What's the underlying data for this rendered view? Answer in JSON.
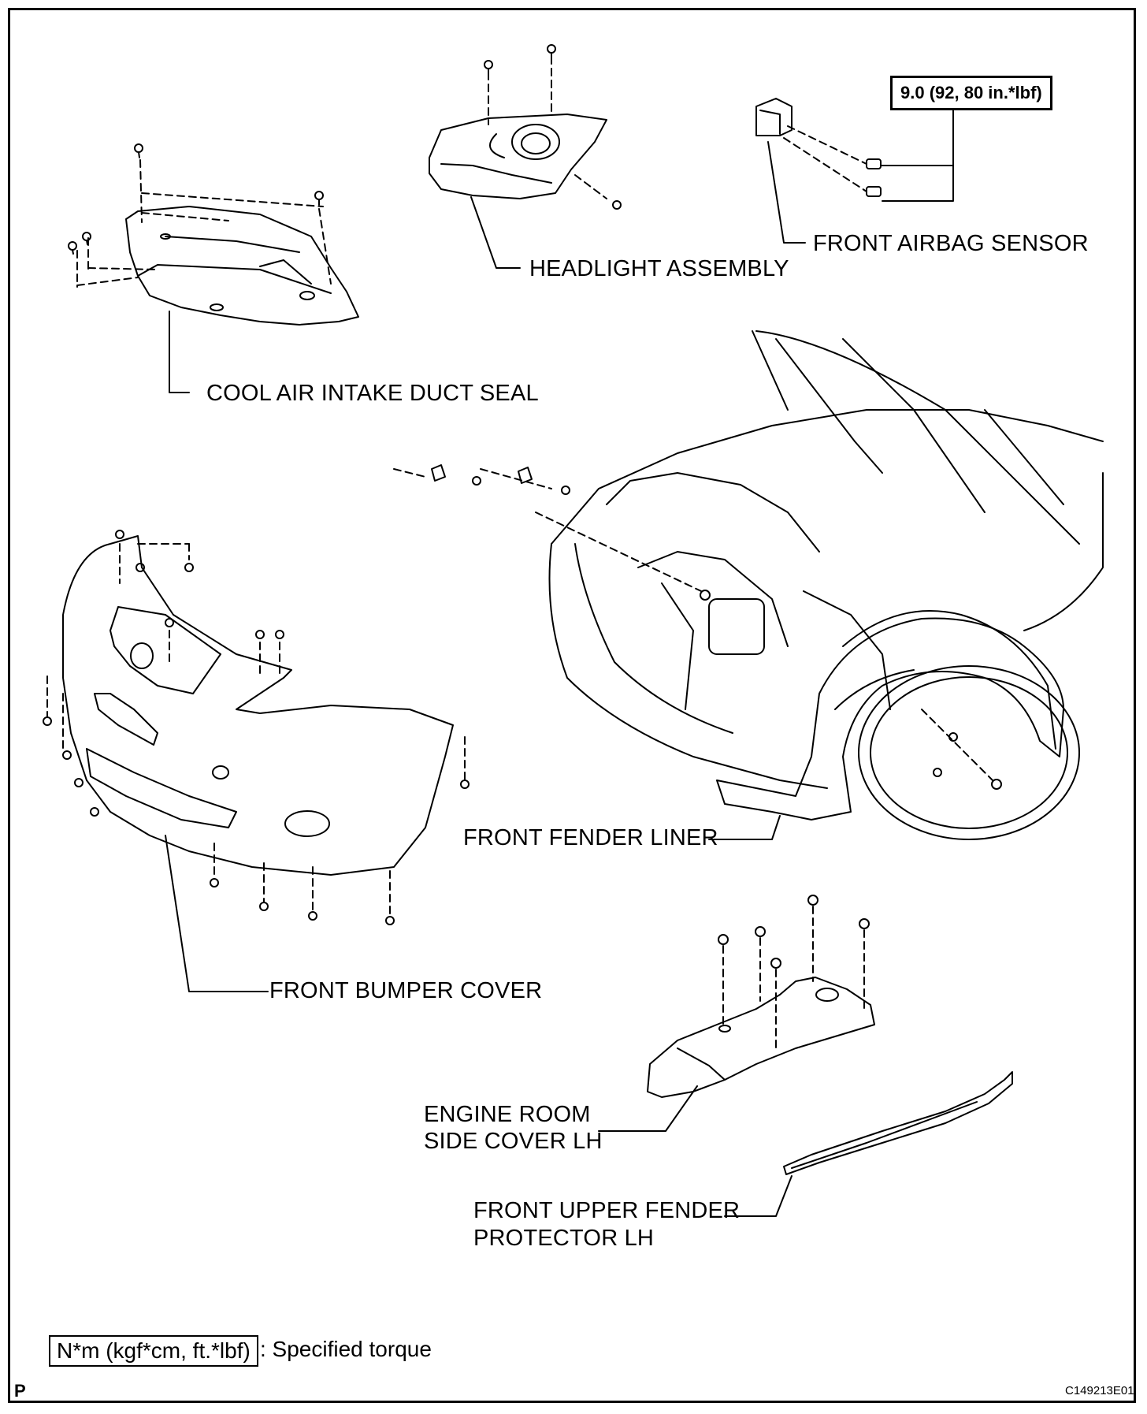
{
  "labels": {
    "cool_air_intake_duct_seal": "COOL AIR INTAKE DUCT SEAL",
    "headlight_assembly": "HEADLIGHT ASSEMBLY",
    "front_airbag_sensor": "FRONT AIRBAG SENSOR",
    "front_fender_liner": "FRONT FENDER LINER",
    "front_bumper_cover": "FRONT BUMPER COVER",
    "engine_room_side_cover_lh_line1": "ENGINE ROOM",
    "engine_room_side_cover_lh_line2": "SIDE COVER LH",
    "front_upper_fender_protector_lh_line1": "FRONT UPPER FENDER",
    "front_upper_fender_protector_lh_line2": "PROTECTOR  LH"
  },
  "torque": {
    "airbag_sensor_bolts": "9.0 (92, 80 in.*lbf)"
  },
  "legend": {
    "unit_box": "N*m (kgf*cm, ft.*lbf)",
    "description": ": Specified torque"
  },
  "corner_letter": "P",
  "figure_code": "C149213E01"
}
